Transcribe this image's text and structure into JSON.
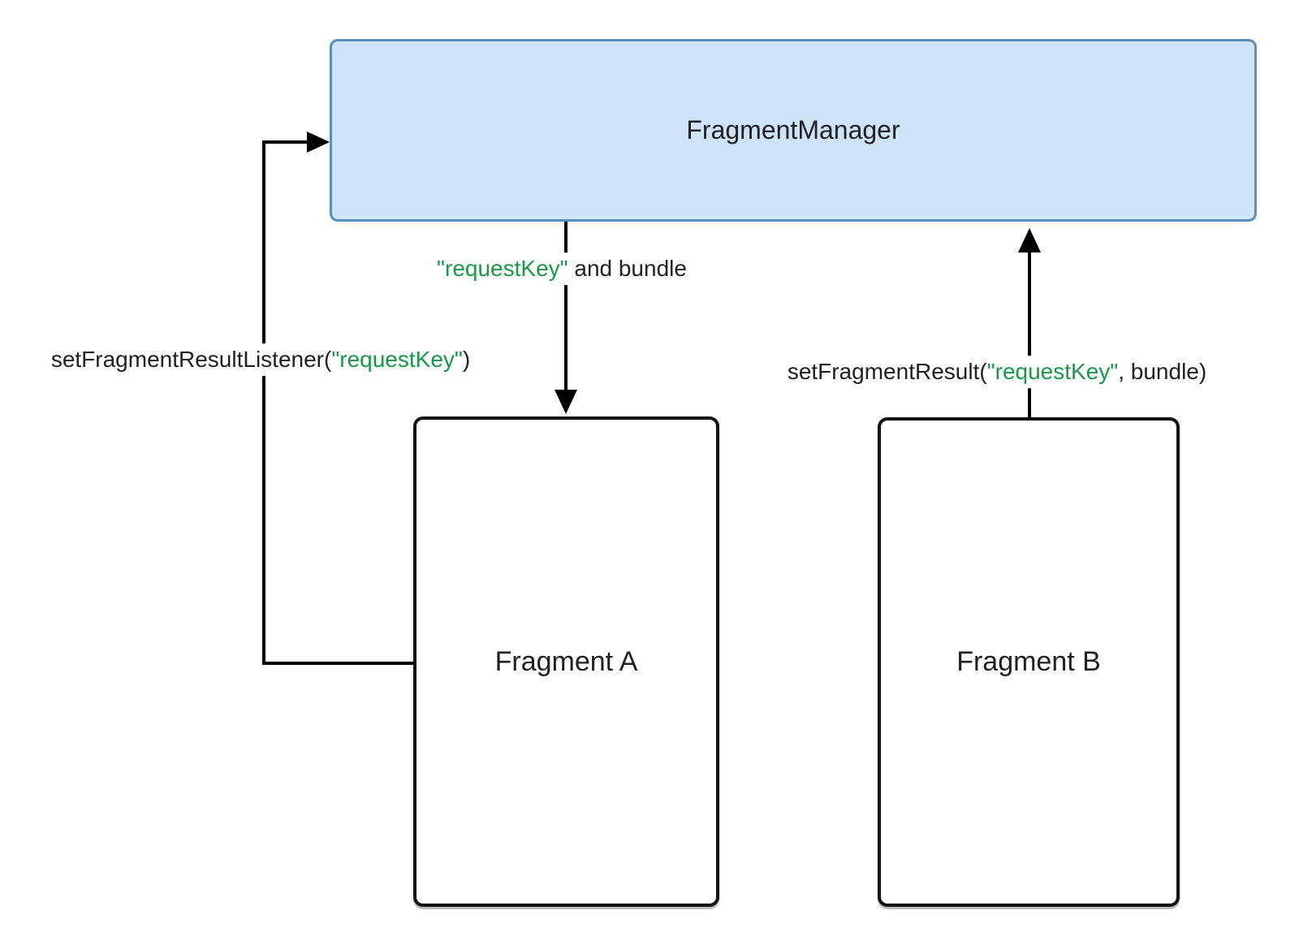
{
  "diagram": {
    "nodes": {
      "fragment_manager": {
        "label": "FragmentManager"
      },
      "fragment_a": {
        "label": "Fragment A"
      },
      "fragment_b": {
        "label": "Fragment B"
      }
    },
    "edges": {
      "manager_to_a": {
        "key": "\"requestKey\"",
        "rest": " and bundle"
      },
      "a_to_manager": {
        "prefix": "setFragmentResultListener(",
        "key": "\"requestKey\"",
        "suffix": ")"
      },
      "b_to_manager": {
        "prefix": "setFragmentResult(",
        "key": "\"requestKey\"",
        "suffix": ", bundle)"
      }
    },
    "colors": {
      "accent_green": "#189946",
      "box_fill": "#cfe4f8",
      "box_border": "#5b8cbe",
      "line_color": "#000000",
      "text_dark": "#202124"
    }
  }
}
